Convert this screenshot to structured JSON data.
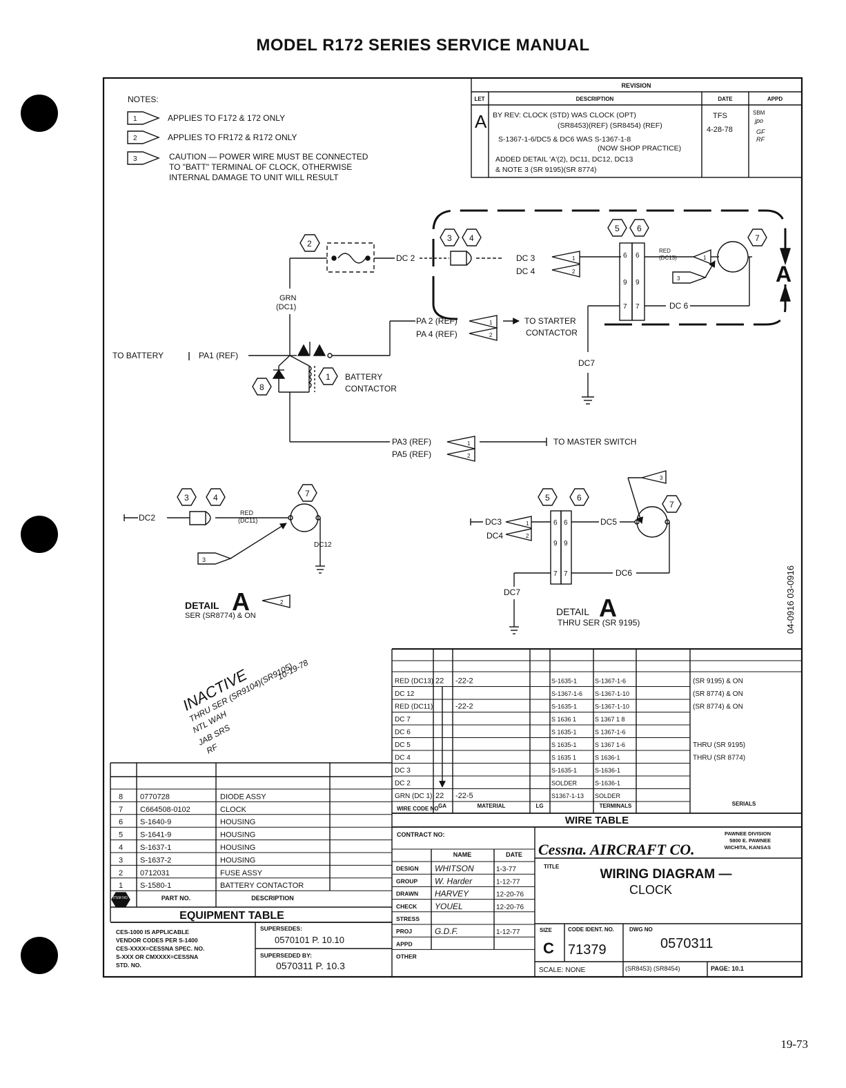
{
  "header": {
    "title": "MODEL R172 SERIES SERVICE MANUAL"
  },
  "page_number": "19-73",
  "notes": {
    "heading": "NOTES:",
    "items": [
      {
        "flag": "1",
        "text": "APPLIES TO F172 & 172 ONLY"
      },
      {
        "flag": "2",
        "text": "APPLIES TO FR172 & R172 ONLY"
      },
      {
        "flag": "3",
        "lines": [
          "CAUTION — POWER WIRE MUST BE CONNECTED",
          "TO \"BATT\" TERMINAL OF CLOCK, OTHERWISE",
          "INTERNAL DAMAGE TO UNIT WILL RESULT"
        ]
      }
    ]
  },
  "revision": {
    "title": "REVISION",
    "headers": {
      "let": "LET",
      "description": "DESCRIPTION",
      "date": "DATE",
      "appd": "APPD"
    },
    "letter": "A",
    "desc_lines": [
      "BY REV: CLOCK (STD) WAS CLOCK (OPT)",
      "(SR8453)(REF) (SR8454) (REF)",
      "S-1367-1-6/DC5 & DC6 WAS S-1367-1-8",
      "(NOW SHOP PRACTICE)",
      "ADDED DETAIL 'A'(2), DC11, DC12, DC13",
      "& NOTE 3          (SR 9195)(SR 8774)"
    ],
    "date_lines": [
      "TFS",
      "4-28-78"
    ],
    "appd_lines": [
      "SBM",
      "jpo",
      "GF",
      "RF"
    ]
  },
  "main_diagram": {
    "dc2": "DC 2",
    "dc3": "DC 3",
    "dc4": "DC 4",
    "dc6": "DC 6",
    "dc7": "DC7",
    "red_dc13": [
      "RED",
      "(DC13)"
    ],
    "grn": [
      "GRN",
      "(DC1)"
    ],
    "pa2": "PA 2 (REF)",
    "pa4": "PA 4 (REF)",
    "to_starter": [
      "TO STARTER",
      "CONTACTOR"
    ],
    "to_battery": "TO BATTERY",
    "pa1": "PA1 (REF)",
    "battery_contactor": [
      "BATTERY",
      "CONTACTOR"
    ],
    "pa3": "PA3 (REF)",
    "pa5": "PA5 (REF)",
    "to_master": "TO MASTER SWITCH",
    "terminals": [
      "6",
      "6",
      "9",
      "9",
      "7",
      "7"
    ],
    "detail_letter": "A",
    "items": {
      "i1": "1",
      "i2": "2",
      "i3": "3",
      "i4": "4",
      "i5": "5",
      "i6": "6",
      "i7": "7",
      "i8": "8"
    }
  },
  "detail_left": {
    "dc2": "DC2",
    "red_dc11": [
      "RED",
      "(DC11)"
    ],
    "dc12": "DC12",
    "label": "DETAIL",
    "letter": "A",
    "ser": "SER (SR8774) & ON"
  },
  "detail_right": {
    "dc3": "DC3",
    "dc4": "DC4",
    "dc5": "DC5",
    "dc6": "DC6",
    "dc7": "DC7",
    "label": "DETAIL",
    "letter": "A",
    "ser": "THRU SER (SR 9195)"
  },
  "side_stamp": "04-0916 03-0916",
  "inactive_stamp": [
    "INACTIVE",
    "THRU SER (SR9104)(SR9105)",
    "10-19-78",
    "NTL WAH",
    "JAB SRS",
    "RF"
  ],
  "wire_table": {
    "title": "WIRE TABLE",
    "headers": [
      "WIRE CODE NO",
      "GA",
      "MATERIAL",
      "LG",
      "TERMINALS",
      "SERIALS"
    ],
    "rows": [
      {
        "code": "RED (DC13)",
        "ga": "22",
        "mat": "-22-2",
        "t1": "S-1635-1",
        "t2": "S-1367-1-6",
        "ser": "(SR 9195) & ON"
      },
      {
        "code": "DC 12",
        "ga": "",
        "mat": "",
        "t1": "S-1367-1-6",
        "t2": "S-1367-1-10",
        "ser": "(SR 8774) & ON"
      },
      {
        "code": "RED (DC11)",
        "ga": "",
        "mat": "-22-2",
        "t1": "S-1635-1",
        "t2": "S-1367-1-10",
        "ser": "(SR 8774) & ON"
      },
      {
        "code": "DC 7",
        "ga": "",
        "mat": "",
        "t1": "S 1636 1",
        "t2": "S 1367 1 8",
        "ser": ""
      },
      {
        "code": "DC 6",
        "ga": "",
        "mat": "",
        "t1": "S 1635-1",
        "t2": "S 1367-1-6",
        "ser": ""
      },
      {
        "code": "DC 5",
        "ga": "",
        "mat": "",
        "t1": "S 1635-1",
        "t2": "S 1367 1-6",
        "ser": "THRU (SR 9195)"
      },
      {
        "code": "DC 4",
        "ga": "",
        "mat": "",
        "t1": "S 1635 1",
        "t2": "S 1636-1",
        "ser": "THRU (SR 8774)"
      },
      {
        "code": "DC 3",
        "ga": "",
        "mat": "",
        "t1": "S-1635-1",
        "t2": "S-1636-1",
        "ser": ""
      },
      {
        "code": "DC 2",
        "ga": "",
        "mat": "",
        "t1": "SOLDER",
        "t2": "S-1636-1",
        "ser": ""
      },
      {
        "code": "GRN (DC 1)",
        "ga": "22",
        "mat": "-22-5",
        "t1": "S1367-1-13",
        "t2": "SOLDER",
        "ser": ""
      }
    ]
  },
  "equipment_table": {
    "title": "EQUIPMENT TABLE",
    "headers": [
      "ITEM NO.",
      "PART NO.",
      "DESCRIPTION"
    ],
    "rows": [
      {
        "item": "8",
        "part": "0770728",
        "desc": "DIODE ASSY"
      },
      {
        "item": "7",
        "part": "C664508-0102",
        "desc": "CLOCK"
      },
      {
        "item": "6",
        "part": "S-1640-9",
        "desc": "HOUSING"
      },
      {
        "item": "5",
        "part": "S-1641-9",
        "desc": "HOUSING"
      },
      {
        "item": "4",
        "part": "S-1637-1",
        "desc": "HOUSING"
      },
      {
        "item": "3",
        "part": "S-1637-2",
        "desc": "HOUSING"
      },
      {
        "item": "2",
        "part": "0712031",
        "desc": "FUSE ASSY"
      },
      {
        "item": "1",
        "part": "S-1580-1",
        "desc": "BATTERY CONTACTOR"
      }
    ]
  },
  "footer": {
    "ces_lines": [
      "CES-1000 IS APPLICABLE",
      "VENDOR CODES PER S-1400",
      "CES-XXXX=CESSNA SPEC. NO.",
      "S-XXX OR CMXXXX=CESSNA",
      "STD. NO."
    ],
    "supersedes_label": "SUPERSEDES:",
    "supersedes_value": "0570101 P. 10.10",
    "superseded_by_label": "SUPERSEDED BY:",
    "superseded_by_value": "0570311 P. 10.3"
  },
  "title_block": {
    "contract": "CONTRACT NO:",
    "name_hdr": "NAME",
    "date_hdr": "DATE",
    "rows": [
      {
        "role": "DESIGN",
        "name": "WHITSON",
        "date": "1-3-77"
      },
      {
        "role": "GROUP",
        "name": "W. Harder",
        "date": "1-12-77"
      },
      {
        "role": "DRAWN",
        "name": "HARVEY",
        "date": "12-20-76"
      },
      {
        "role": "CHECK",
        "name": "YOUEL",
        "date": "12-20-76"
      },
      {
        "role": "STRESS",
        "name": "",
        "date": ""
      },
      {
        "role": "PROJ",
        "name": "G.D.F.",
        "date": "1-12-77"
      },
      {
        "role": "APPD",
        "name": "",
        "date": ""
      },
      {
        "role": "OTHER",
        "name": "",
        "date": ""
      }
    ],
    "company": "Cessna. AIRCRAFT CO.",
    "division": [
      "PAWNEE DIVISION",
      "5800 E. PAWNEE",
      "WICHITA, KANSAS"
    ],
    "title_label": "TITLE",
    "title_main": "WIRING DIAGRAM —",
    "title_sub": "CLOCK",
    "size_label": "SIZE",
    "size": "C",
    "code_label": "CODE IDENT. NO.",
    "code": "71379",
    "dwg_label": "DWG NO",
    "dwg": "0570311",
    "scale": "SCALE: NONE",
    "ser_ref": "(SR8453) (SR8454)",
    "page": "PAGE: 10.1"
  }
}
